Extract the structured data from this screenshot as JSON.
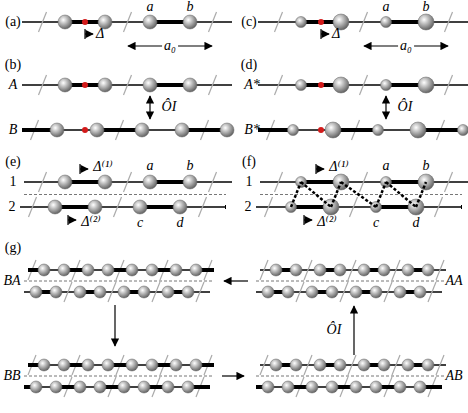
{
  "diagram": {
    "labels": [
      "(a)",
      "Δ",
      "a",
      "b",
      "a₀",
      "(c)",
      "Δ",
      "a",
      "b",
      "a₀",
      "(b)",
      "A",
      "ÔI",
      "B",
      "(d)",
      "A*",
      "ÔI",
      "B*",
      "(e)",
      "Δ⁽¹⁾",
      "a",
      "b",
      "1",
      "2",
      "Δ⁽²⁾",
      "c",
      "d",
      "(f)",
      "Δ⁽¹⁾",
      "a",
      "b",
      "1",
      "2",
      "Δ⁽²⁾",
      "c",
      "d",
      "(g)",
      "BA",
      "AA",
      "ÔI",
      "BB",
      "AB"
    ]
  }
}
